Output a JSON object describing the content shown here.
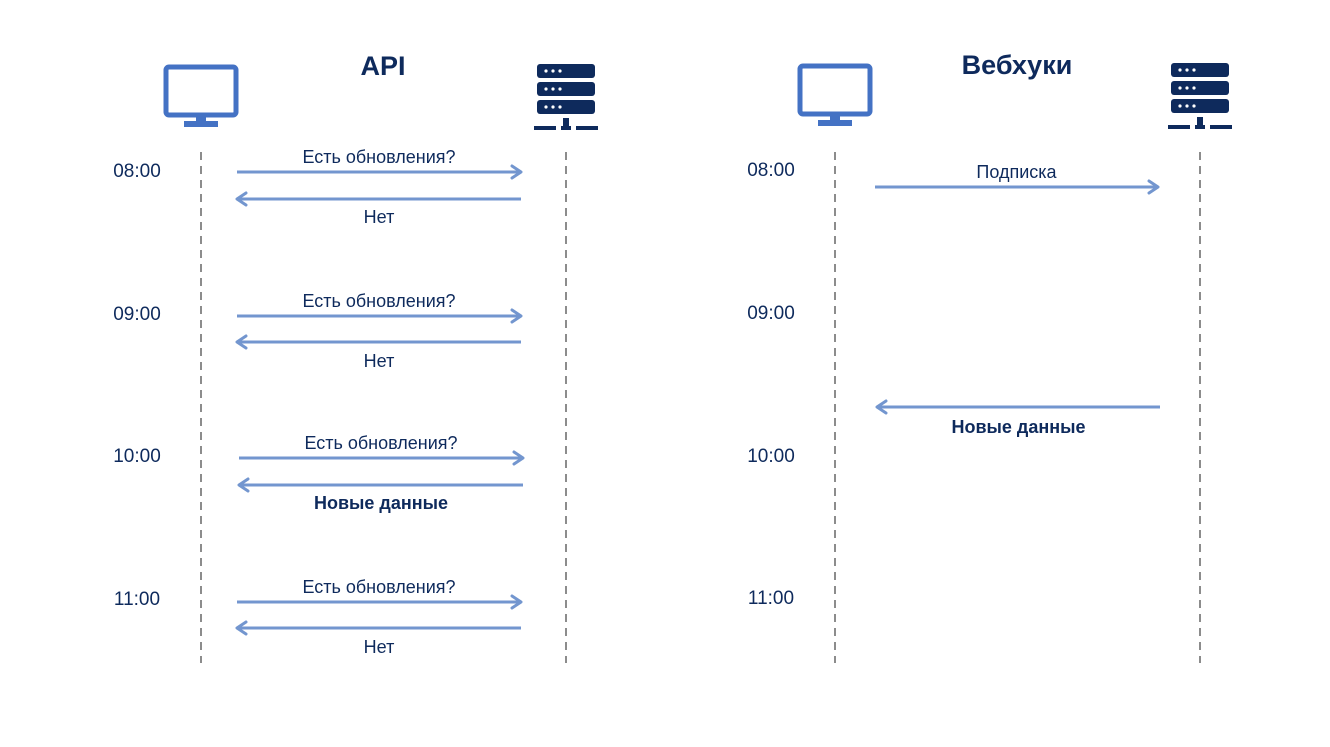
{
  "panels": [
    {
      "id": "api",
      "title": "API",
      "client_icon": "monitor-icon",
      "server_icon": "server-icon",
      "times": [
        "08:00",
        "09:00",
        "10:00",
        "11:00"
      ],
      "messages": [
        {
          "label": "Есть обновления?",
          "direction": "right",
          "bold": false
        },
        {
          "label": "Нет",
          "direction": "left",
          "bold": false
        },
        {
          "label": "Есть обновления?",
          "direction": "right",
          "bold": false
        },
        {
          "label": "Нет",
          "direction": "left",
          "bold": false
        },
        {
          "label": "Есть обновления?",
          "direction": "right",
          "bold": false
        },
        {
          "label": "Новые данные",
          "direction": "left",
          "bold": true
        },
        {
          "label": "Есть обновления?",
          "direction": "right",
          "bold": false
        },
        {
          "label": "Нет",
          "direction": "left",
          "bold": false
        }
      ]
    },
    {
      "id": "webhooks",
      "title": "Вебхуки",
      "client_icon": "monitor-icon",
      "server_icon": "server-icon",
      "times": [
        "08:00",
        "09:00",
        "10:00",
        "11:00"
      ],
      "messages": [
        {
          "label": "Подписка",
          "direction": "right",
          "bold": false
        },
        {
          "label": "Новые данные",
          "direction": "left",
          "bold": true
        }
      ]
    }
  ],
  "colors": {
    "client_icon": "#4472c4",
    "server_icon": "#0e2a5c",
    "arrow": "#7396cf",
    "text": "#0e2a5c",
    "lifeline": "#8c8c8c"
  }
}
